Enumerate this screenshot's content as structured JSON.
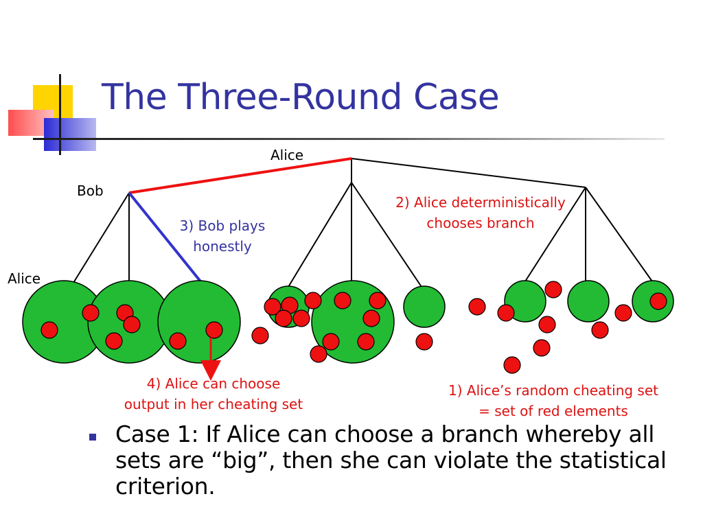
{
  "slide": {
    "title": "The Three-Round Case",
    "bullet": "Case 1: If Alice can choose a branch whereby all sets are “big”, then she can violate the statistical criterion."
  },
  "diagram": {
    "labels": {
      "alice_root": "Alice",
      "bob": "Bob",
      "alice_leaf": "Alice",
      "note_bob_honest_1": "3) Bob plays",
      "note_bob_honest_2": "honestly",
      "note_alice_branch_1": "2) Alice deterministically",
      "note_alice_branch_2": "chooses branch",
      "note_alice_output_1": "4) Alice can choose",
      "note_alice_output_2": "output in her cheating set",
      "note_cheating_set_1": "1) Alice’s random cheating set",
      "note_cheating_set_2": "= set of red elements"
    },
    "colors": {
      "set_fill": "#22bb33",
      "element_fill": "#ee1111",
      "alice_path": "#ee1111",
      "bob_path": "#3333cc",
      "note_red": "#dd1111",
      "note_blue": "#3333a0"
    }
  }
}
